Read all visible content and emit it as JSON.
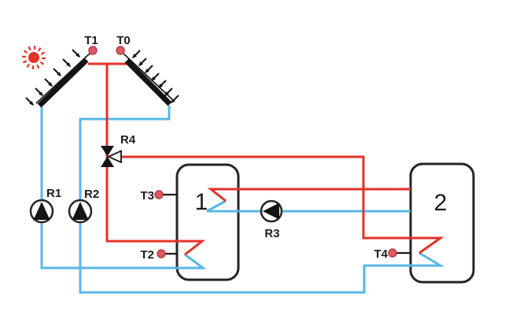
{
  "diagram": {
    "sensors": {
      "t1": "T1",
      "t0": "T0",
      "t3": "T3",
      "t2": "T2",
      "t4": "T4"
    },
    "devices": {
      "r1": "R1",
      "r2": "R2",
      "r3": "R3",
      "r4": "R4"
    },
    "tanks": {
      "tank1": "1",
      "tank2": "2"
    },
    "colors": {
      "hot_pipe": "#e63128",
      "cold_pipe": "#56b7e7",
      "outline": "#272425",
      "sensor_dot": "#dd5a60",
      "sun": "#e63128",
      "arrow": "#141414"
    },
    "icons": {
      "sun": "sun-icon",
      "collector": "solar-collector-icon",
      "pump": "pump-icon",
      "valve": "three-way-valve-icon",
      "sensor": "temperature-sensor-dot-icon",
      "radiation": "solar-radiation-arrow-icon"
    }
  }
}
